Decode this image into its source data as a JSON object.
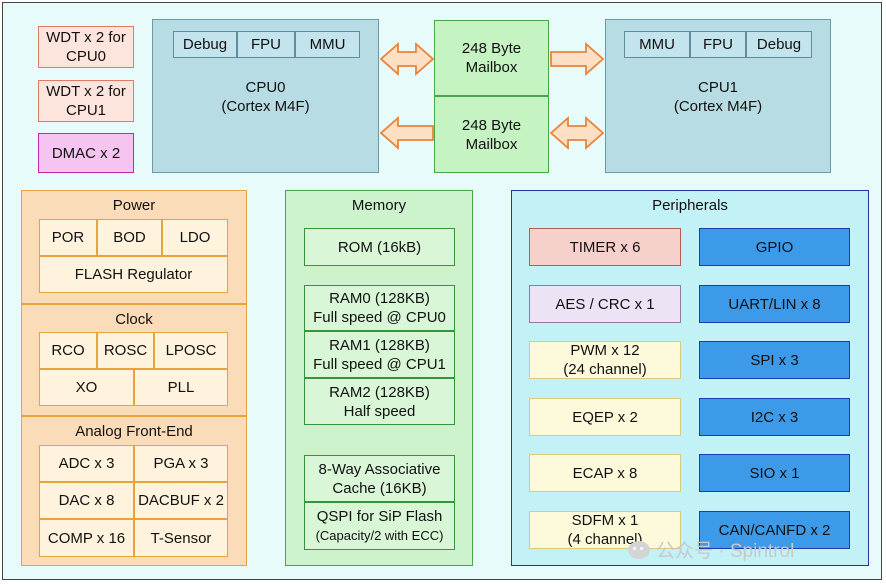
{
  "top_left": {
    "wdt0": "WDT x 2 for\nCPU0",
    "wdt1": "WDT x 2 for\nCPU1",
    "dmac": "DMAC x 2"
  },
  "cpu0": {
    "label": "CPU0\n(Cortex M4F)",
    "subs": [
      "Debug",
      "FPU",
      "MMU"
    ]
  },
  "cpu1": {
    "label": "CPU1\n(Cortex M4F)",
    "subs": [
      "MMU",
      "FPU",
      "Debug"
    ]
  },
  "mailboxes": [
    "248 Byte\nMailbox",
    "248 Byte\nMailbox"
  ],
  "power": {
    "title": "Power",
    "items": [
      "POR",
      "BOD",
      "LDO"
    ],
    "regulator": "FLASH Regulator"
  },
  "clock": {
    "title": "Clock",
    "items": [
      "RCO",
      "ROSC",
      "LPOSC",
      "XO",
      "PLL"
    ]
  },
  "afe": {
    "title": "Analog Front-End",
    "items": [
      "ADC x 3",
      "PGA x 3",
      "DAC x 8",
      "DACBUF x 2",
      "COMP x 16",
      "T-Sensor"
    ]
  },
  "memory": {
    "title": "Memory",
    "rom": "ROM (16kB)",
    "ram0": "RAM0 (128KB)\nFull speed @ CPU0",
    "ram1": "RAM1 (128KB)\nFull speed @ CPU1",
    "ram2": "RAM2 (128KB)\nHalf speed",
    "cache": "8-Way Associative\nCache (16KB)",
    "qspi_line1": "QSPI for SiP Flash",
    "qspi_line2": "(Capacity/2 with ECC)"
  },
  "peripherals": {
    "title": "Peripherals",
    "left": [
      "TIMER x 6",
      "AES / CRC x 1",
      "PWM x 12\n(24 channel)",
      "EQEP x 2",
      "ECAP x 8",
      "SDFM x 1\n(4 channel)"
    ],
    "right": [
      "GPIO",
      "UART/LIN x 8",
      "SPI x 3",
      "I2C x 3",
      "SIO x 1",
      "CAN/CANFD x 2"
    ]
  },
  "watermark": "公众号 · Spintrol",
  "colors": {
    "background": "#e8fbfb",
    "orange_group": "#fbdcb9",
    "green_group": "#cdf3cd",
    "blue_peripheral": "#3d9ae8",
    "arrow_fill": "#fde0c4",
    "arrow_stroke": "#e8843a"
  }
}
